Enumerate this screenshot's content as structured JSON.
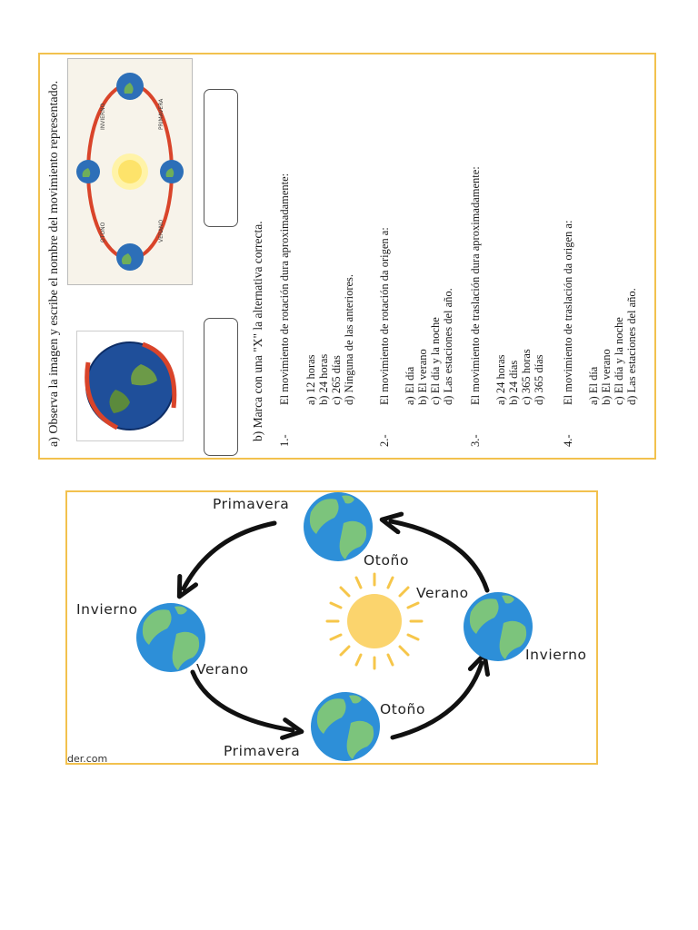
{
  "worksheet": {
    "part_a": "a)   Observa la imagen y escribe el nombre del movimiento representado.",
    "part_b": "b)   Marca con una \"X\" la alternativa correcta.",
    "q1": {
      "num": "1.-",
      "text": "El movimiento de rotación dura aproximadamente:",
      "options": [
        "a) 12 horas",
        "b) 24 horas",
        "c) 265 días",
        "d) Ninguna de las anteriores."
      ]
    },
    "q2": {
      "num": "2.-",
      "text": "El movimiento de rotación da origen a:",
      "options": [
        "a) El día",
        "b) El verano",
        "c) El día y la noche",
        "d) Las estaciones del año."
      ]
    },
    "q3": {
      "num": "3.-",
      "text": "El movimiento de traslación dura aproximadamente:",
      "options": [
        "a) 24 horas",
        "b) 24 días",
        "c) 365 horas",
        "d) 365 días"
      ]
    },
    "q4": {
      "num": "4.-",
      "text": "El movimiento de traslación da origen a:",
      "options": [
        "a) El día",
        "b) El verano",
        "c) El día y la noche",
        "d) Las estaciones del año."
      ]
    }
  },
  "diagram": {
    "labels": {
      "top_primavera": "Primavera",
      "top_otono": "Otoño",
      "left_invierno": "Invierno",
      "left_verano": "Verano",
      "right_verano": "Verano",
      "right_invierno": "Invierno",
      "bottom_otono": "Otoño",
      "bottom_primavera": "Primavera"
    },
    "credit": "der.com"
  },
  "colors": {
    "frame": "#f2c14e",
    "sun": "#fbd46d",
    "ocean": "#2d8fd8",
    "land": "#7cc47c",
    "arrow": "#111111",
    "orbit_red": "#d9442a"
  }
}
